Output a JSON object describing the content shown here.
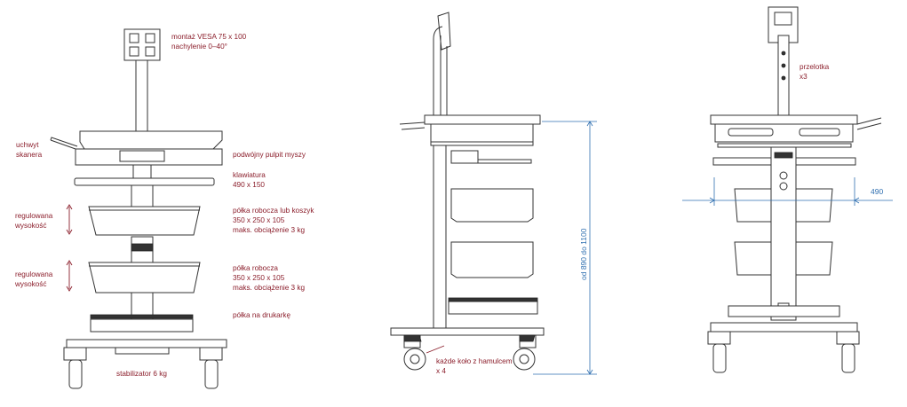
{
  "front": {
    "vesa": [
      "montaż VESA 75 x 100",
      "nachylenie 0–40°"
    ],
    "scanner": [
      "uchwyt",
      "skanera"
    ],
    "desk": "podwójny pulpit myszy",
    "keyboard": [
      "klawiatura",
      "490 x 150"
    ],
    "adj1": [
      "regulowana",
      "wysokość"
    ],
    "basket": [
      "półka robocza lub koszyk",
      "350 x 250 x 105",
      "maks. obciążenie 3 kg"
    ],
    "adj2": [
      "regulowana",
      "wysokość"
    ],
    "shelf": [
      "półka robocza",
      "350 x 250 x 105",
      "maks. obciążenie 3 kg"
    ],
    "printer": "półka na drukarkę",
    "stabilizer": "stabilizator 6 kg"
  },
  "side": {
    "height": "od 890 do 1100",
    "wheels": [
      "każde koło z hamulcem",
      "x 4"
    ]
  },
  "back": {
    "clips": [
      "przelotka",
      "x3"
    ],
    "width": "490"
  },
  "colors": {
    "label": "#8b1e2b",
    "dimension": "#2f6fb0",
    "line": "#333333"
  }
}
